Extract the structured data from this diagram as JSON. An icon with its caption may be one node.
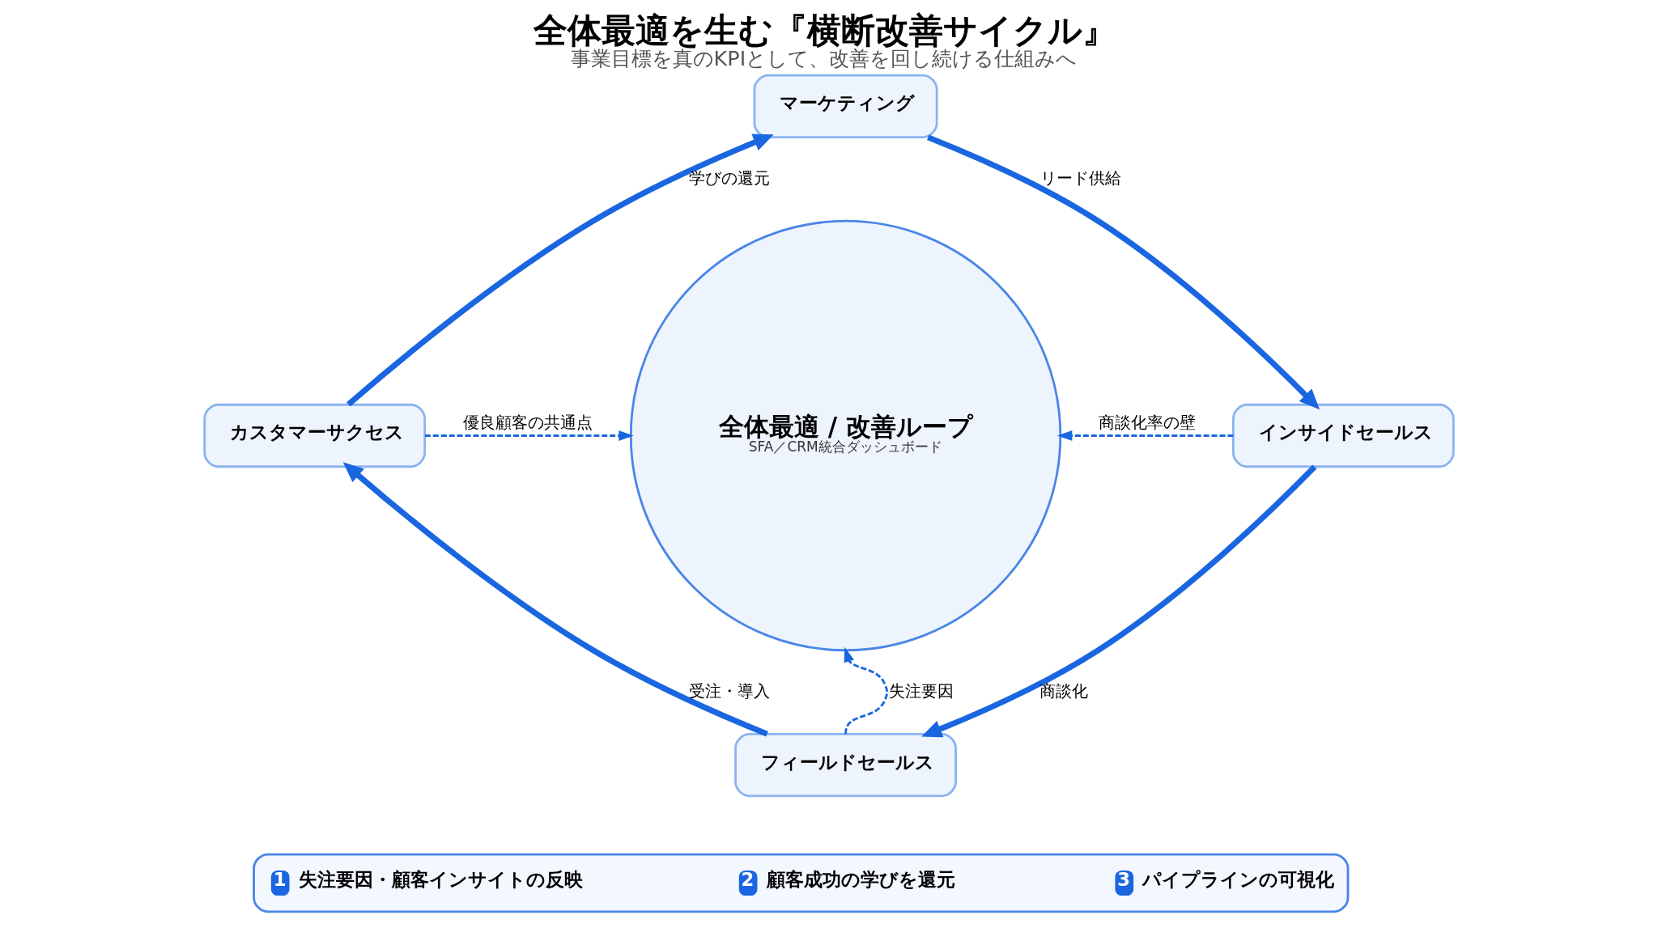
{
  "diagram": {
    "title": "全体最適を生む『横断改善サイクル』",
    "caption": "事業目標を真のKPIとして、改善を回し続ける仕組みへ",
    "nodes": [
      {
        "text": [
          "マーケティング"
        ]
      },
      {
        "text": [
          "インサイドセールス"
        ]
      },
      {
        "text": [
          "フィールドセールス"
        ]
      },
      {
        "text": [
          "カスタマーサクセス"
        ]
      },
      {
        "text": [
          "全体最適 / 改善ループ",
          "SFA／CRM統合ダッシュボード"
        ]
      },
      {
        "text": [],
        "shape": "box"
      },
      {
        "text": [
          "1",
          "失注要因・顧客インサイトの反映"
        ],
        "in": 5
      },
      {
        "text": [
          "2",
          "顧客成功の学びを還元"
        ],
        "in": 5
      },
      {
        "text": [
          "3",
          "パイプラインの可視化"
        ],
        "in": 5
      }
    ],
    "edges": [
      {
        "from": 0,
        "to": 1,
        "arrow": "to",
        "label": "リード供給"
      },
      {
        "from": 1,
        "to": 2,
        "arrow": "to",
        "label": "商談化"
      },
      {
        "from": 2,
        "to": 3,
        "arrow": "to",
        "label": "受注・導入"
      },
      {
        "from": 3,
        "to": 0,
        "arrow": "to",
        "label": "学びの還元"
      },
      {
        "from": 3,
        "to": 4,
        "arrow": "to",
        "label": "優良顧客の共通点",
        "style": "dashed"
      },
      {
        "from": 1,
        "to": 4,
        "arrow": "to",
        "label": "商談化率の壁",
        "style": "dashed"
      },
      {
        "from": 2,
        "to": 4,
        "arrow": "to",
        "label": "失注要因",
        "style": "dashed"
      }
    ]
  }
}
